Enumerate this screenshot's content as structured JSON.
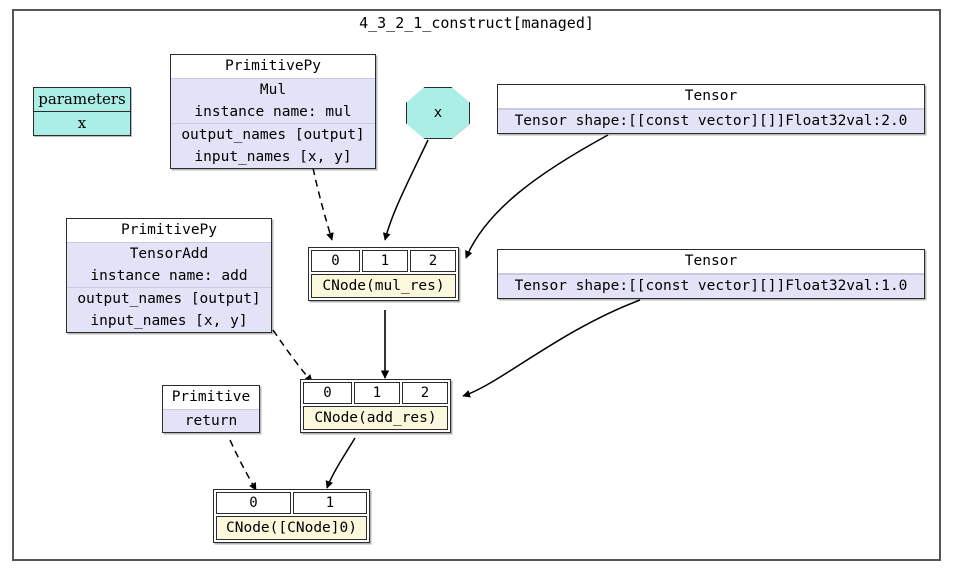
{
  "graph": {
    "title": "4_3_2_1_construct[managed]",
    "colors": {
      "frame_border": "#555555",
      "param_fill": "#aaeee6",
      "primitive_fill": "#e3e3f7",
      "cnode_label_fill": "#fbf8dd",
      "cnode_cell_fill": "#ffffff",
      "edge_stroke": "#000000"
    }
  },
  "nodes": {
    "parameters": {
      "header": "parameters",
      "value": "x"
    },
    "param_octagon": {
      "label": "x"
    },
    "primitive_mul": {
      "header": "PrimitivePy",
      "name": "Mul",
      "instance": "instance name: mul",
      "output_names": "output_names [output]",
      "input_names": "input_names [x, y]"
    },
    "primitive_add": {
      "header": "PrimitivePy",
      "name": "TensorAdd",
      "instance": "instance name: add",
      "output_names": "output_names [output]",
      "input_names": "input_names [x, y]"
    },
    "primitive_return": {
      "header": "Primitive",
      "name": "return"
    },
    "tensor_two": {
      "header": "Tensor",
      "value": "Tensor shape:[[const vector][]]Float32val:2.0"
    },
    "tensor_one": {
      "header": "Tensor",
      "value": "Tensor shape:[[const vector][]]Float32val:1.0"
    },
    "cnode_mul_res": {
      "cells": [
        "0",
        "1",
        "2"
      ],
      "label": "CNode(mul_res)"
    },
    "cnode_add_res": {
      "cells": [
        "0",
        "1",
        "2"
      ],
      "label": "CNode(add_res)"
    },
    "cnode_return": {
      "cells": [
        "0",
        "1"
      ],
      "label": "CNode([CNode]0)"
    }
  }
}
